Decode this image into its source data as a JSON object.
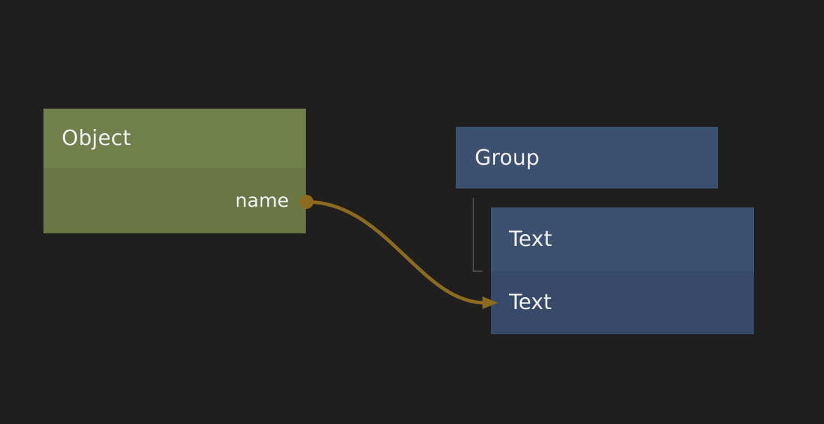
{
  "canvas": {
    "background_color": "#1f1f1f",
    "text_color": "#f1f1f1"
  },
  "nodes": {
    "object": {
      "title": "Object",
      "output_label": "name",
      "header_color": "#71804a",
      "body_color": "#6a7744"
    },
    "group": {
      "title": "Group",
      "header_color": "#3c5170"
    },
    "text": {
      "title": "Text",
      "row_label": "Text",
      "header_color": "#3c5170",
      "body_color": "#374a69"
    }
  },
  "connection": {
    "from": "Object.name",
    "to": "Text.Text",
    "color": "#8c6a1e"
  },
  "hierarchy_branch": {
    "from": "Group",
    "to": "Text",
    "color": "#4b4b4b"
  }
}
